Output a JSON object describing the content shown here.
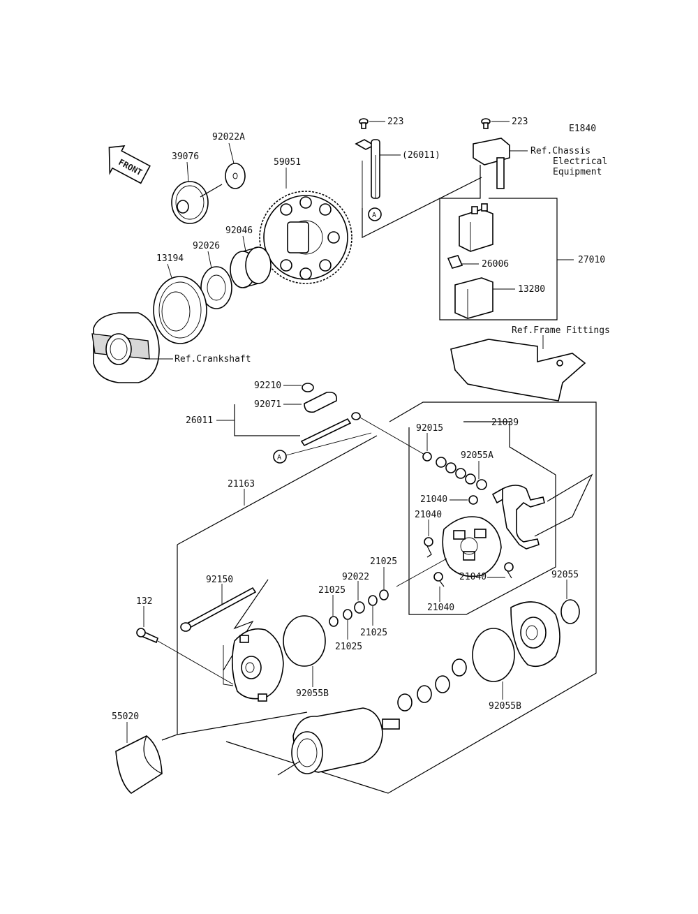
{
  "diagram_code": "E1840",
  "front_label": "FRONT",
  "callout_marker": "A",
  "refs": {
    "chassis_1": "Ref.Chassis",
    "chassis_2": "Electrical",
    "chassis_3": "Equipment",
    "frame": "Ref.Frame Fittings",
    "crankshaft": "Ref.Crankshaft"
  },
  "parts": {
    "p223": "223",
    "p26011_paren": "(26011)",
    "p27010": "27010",
    "p26006": "26006",
    "p13280": "13280",
    "p39076": "39076",
    "p92022A": "92022A",
    "p59051": "59051",
    "p92046": "92046",
    "p92026": "92026",
    "p13194": "13194",
    "p92210": "92210",
    "p92071": "92071",
    "p26011": "26011",
    "p21163": "21163",
    "p21039": "21039",
    "p92015": "92015",
    "p92055A": "92055A",
    "p21040": "21040",
    "p21025": "21025",
    "p92022": "92022",
    "p92055": "92055",
    "p92150": "92150",
    "p132": "132",
    "p92055B": "92055B",
    "p55020": "55020"
  }
}
